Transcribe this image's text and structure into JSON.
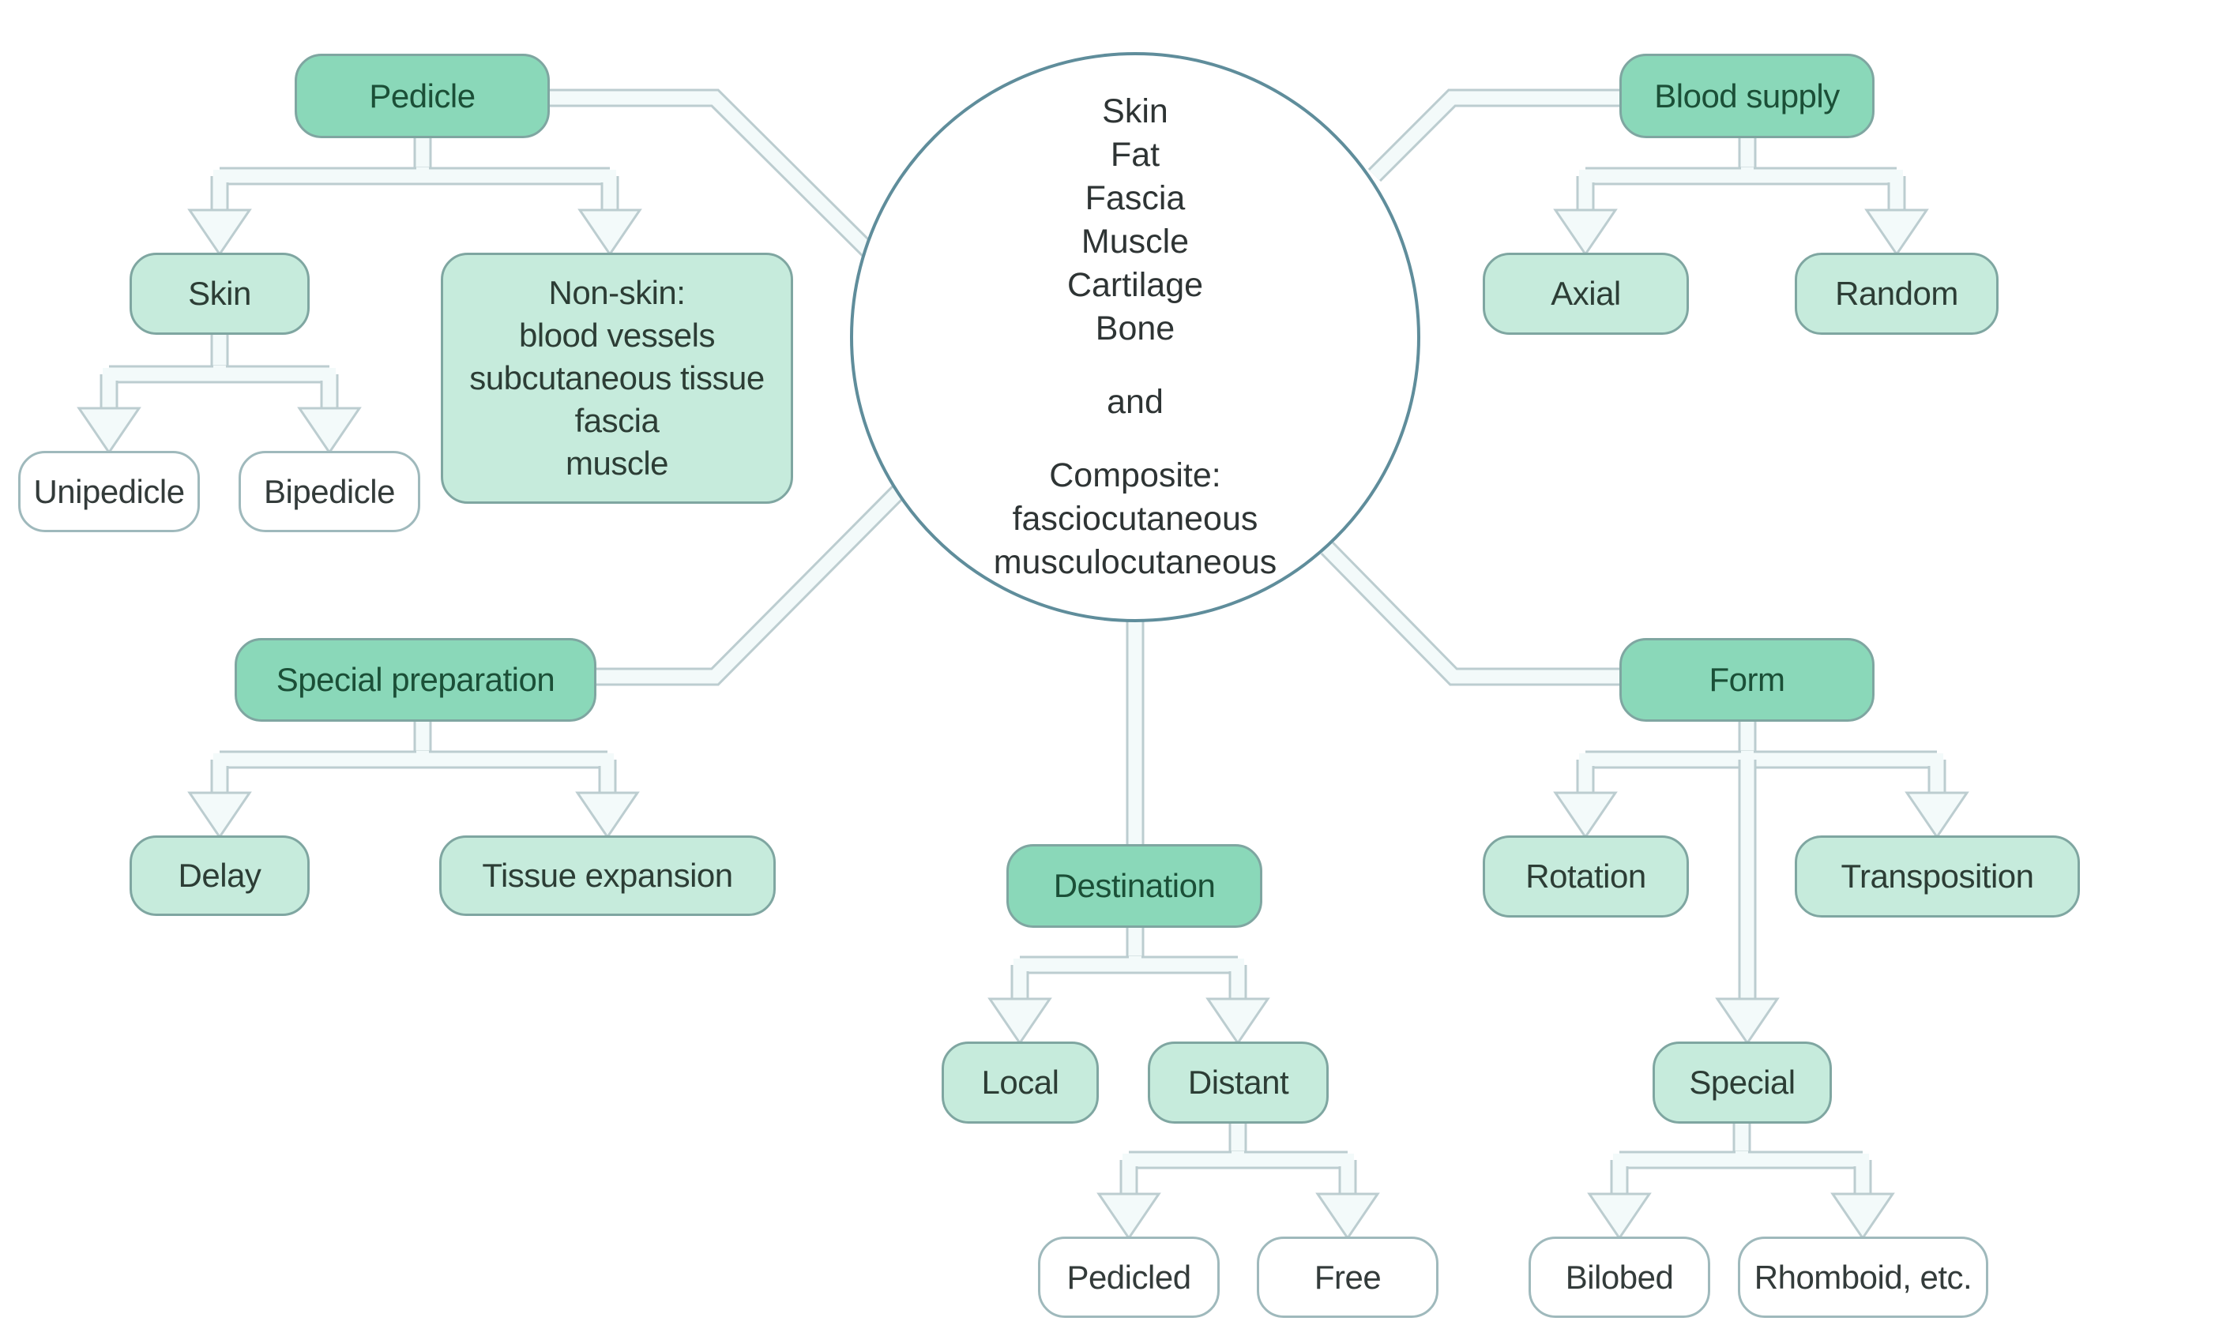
{
  "diagram": {
    "type": "concept-map",
    "subject": "Flap classification",
    "colors": {
      "primary_fill": "#8ad8b9",
      "secondary_fill": "#c6ebdc",
      "tertiary_fill": "#ffffff",
      "border": "#7fa6a1",
      "hub_border": "#5f8d9b",
      "connector_line": "#bccdd0",
      "connector_fill": "#f3fafa"
    },
    "hub": {
      "tissues": [
        "Skin",
        "Fat",
        "Fascia",
        "Muscle",
        "Cartilage",
        "Bone"
      ],
      "conjunction": "and",
      "composite_title": "Composite:",
      "composite_items": [
        "fasciocutaneous",
        "musculocutaneous"
      ]
    },
    "categories": [
      {
        "id": "pedicle",
        "label": "Pedicle",
        "children": [
          {
            "id": "skin",
            "lines": [
              "Skin"
            ],
            "children": [
              {
                "id": "unipedicle",
                "label": "Unipedicle"
              },
              {
                "id": "bipedicle",
                "label": "Bipedicle"
              }
            ]
          },
          {
            "id": "non-skin",
            "lines": [
              "Non-skin:",
              "blood vessels",
              "subcutaneous tissue",
              "fascia",
              "muscle"
            ]
          }
        ]
      },
      {
        "id": "blood-supply",
        "label": "Blood supply",
        "children": [
          {
            "id": "axial",
            "lines": [
              "Axial"
            ]
          },
          {
            "id": "random",
            "lines": [
              "Random"
            ]
          }
        ]
      },
      {
        "id": "special-preparation",
        "label": "Special preparation",
        "children": [
          {
            "id": "delay",
            "lines": [
              "Delay"
            ]
          },
          {
            "id": "tissue-expansion",
            "lines": [
              "Tissue expansion"
            ]
          }
        ]
      },
      {
        "id": "destination",
        "label": "Destination",
        "children": [
          {
            "id": "local",
            "lines": [
              "Local"
            ]
          },
          {
            "id": "distant",
            "lines": [
              "Distant"
            ],
            "children": [
              {
                "id": "pedicled",
                "label": "Pedicled"
              },
              {
                "id": "free",
                "label": "Free"
              }
            ]
          }
        ]
      },
      {
        "id": "form",
        "label": "Form",
        "children": [
          {
            "id": "rotation",
            "lines": [
              "Rotation"
            ]
          },
          {
            "id": "transposition",
            "lines": [
              "Transposition"
            ]
          },
          {
            "id": "special",
            "lines": [
              "Special"
            ],
            "children": [
              {
                "id": "bilobed",
                "label": "Bilobed"
              },
              {
                "id": "rhomboid",
                "label": "Rhomboid, etc."
              }
            ]
          }
        ]
      }
    ]
  }
}
